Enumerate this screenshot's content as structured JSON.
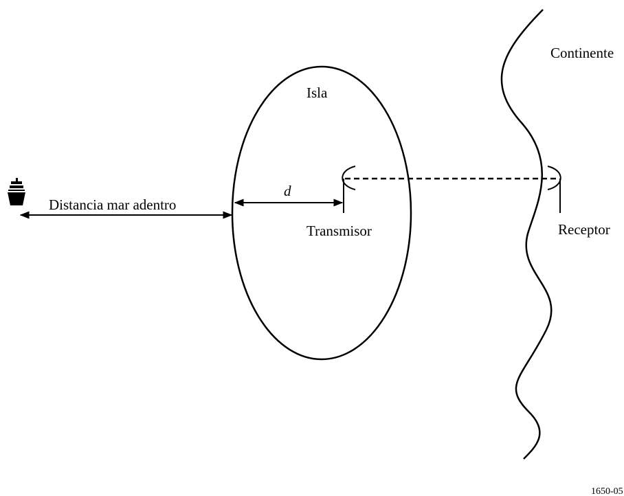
{
  "labels": {
    "island": "Isla",
    "mainland": "Continente",
    "offshore_distance": "Distancia mar adentro",
    "d": "d",
    "transmitter": "Transmisor",
    "receiver": "Receptor",
    "figure_id": "1650-05"
  },
  "icons": {
    "ship": "ship-icon"
  },
  "colors": {
    "stroke": "#000000",
    "background": "#ffffff"
  }
}
